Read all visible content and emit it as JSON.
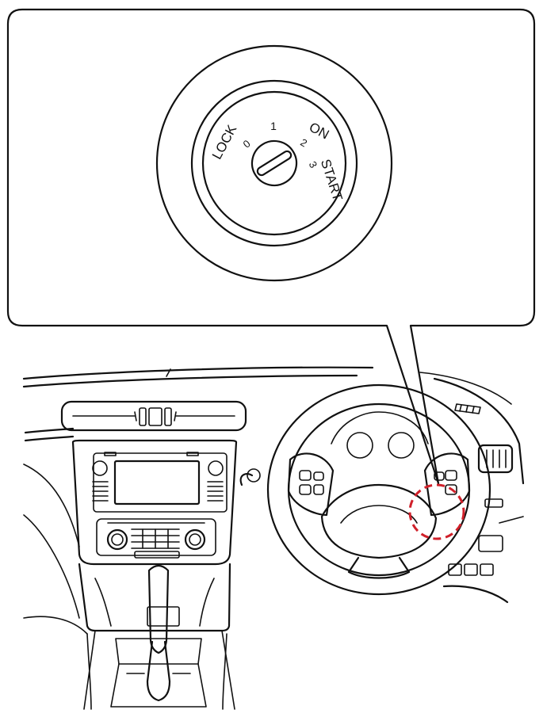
{
  "callout": {
    "positions": [
      {
        "name": "LOCK",
        "number": "0"
      },
      {
        "name": "",
        "number": "1"
      },
      {
        "name": "ON",
        "number": "2"
      },
      {
        "name": "START",
        "number": "3"
      }
    ]
  },
  "colors": {
    "line": "#111111",
    "highlight": "#d0202a",
    "background": "#ffffff"
  }
}
